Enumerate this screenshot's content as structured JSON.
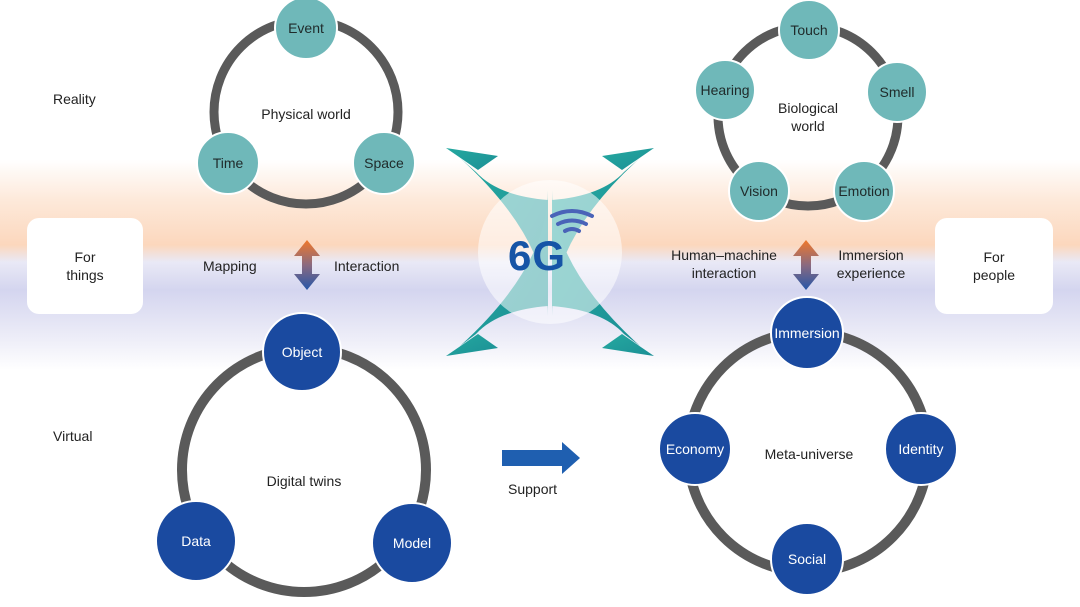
{
  "rows": {
    "reality": "Reality",
    "virtual": "Virtual"
  },
  "sides": {
    "left": "For\nthings",
    "right": "For\npeople"
  },
  "physical_world": {
    "title": "Physical world",
    "nodes": [
      "Event",
      "Space",
      "Time"
    ]
  },
  "biological_world": {
    "title": "Biological\nworld",
    "nodes": [
      "Touch",
      "Smell",
      "Emotion",
      "Vision",
      "Hearing"
    ]
  },
  "digital_twins": {
    "title": "Digital twins",
    "nodes": [
      "Object",
      "Model",
      "Data"
    ]
  },
  "meta_universe": {
    "title": "Meta-universe",
    "nodes": [
      "Immersion",
      "Identity",
      "Social",
      "Economy"
    ]
  },
  "left_link": {
    "left": "Mapping",
    "right": "Interaction"
  },
  "right_link": {
    "left": "Human–machine\ninteraction",
    "right": "Immersion\nexperience"
  },
  "center": {
    "label": "6G"
  },
  "support": "Support",
  "colors": {
    "teal": "#6fb8b9",
    "blue": "#1a4aa0",
    "ring": "#5a5a5a",
    "arrow_teal": "#1a9e98"
  }
}
